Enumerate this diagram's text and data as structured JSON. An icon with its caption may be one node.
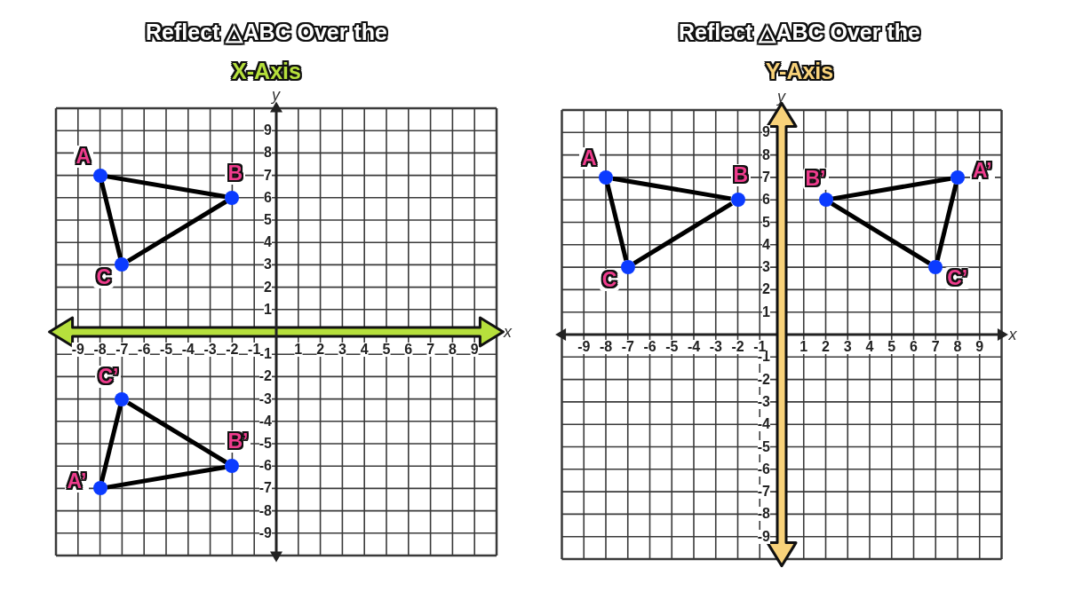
{
  "diagram": {
    "nodes": [
      {
        "text": [
          "Reflect △ABC Over the",
          "X-Axis"
        ]
      },
      {
        "text": [
          "A"
        ],
        "in": 0
      },
      {
        "text": [
          "B"
        ],
        "in": 0
      },
      {
        "text": [
          "C"
        ],
        "in": 0
      },
      {
        "text": [
          "C’"
        ],
        "in": 0
      },
      {
        "text": [
          "B’"
        ],
        "in": 0
      },
      {
        "text": [
          "A’"
        ],
        "in": 0
      },
      {
        "text": [
          "Reflect △ABC Over the",
          "Y-Axis"
        ]
      },
      {
        "text": [
          "A"
        ],
        "in": 7
      },
      {
        "text": [
          "B"
        ],
        "in": 7
      },
      {
        "text": [
          "C"
        ],
        "in": 7
      },
      {
        "text": [
          "B’"
        ],
        "in": 7
      },
      {
        "text": [
          "A’"
        ],
        "in": 7
      },
      {
        "text": [
          "C’"
        ],
        "in": 7
      }
    ],
    "edges": [
      {
        "from": 1,
        "to": 2,
        "arrow": "none"
      },
      {
        "from": 2,
        "to": 3,
        "arrow": "none"
      },
      {
        "from": 3,
        "to": 1,
        "arrow": "none"
      },
      {
        "from": 4,
        "to": 5,
        "arrow": "none"
      },
      {
        "from": 5,
        "to": 6,
        "arrow": "none"
      },
      {
        "from": 6,
        "to": 4,
        "arrow": "none"
      },
      {
        "from": 8,
        "to": 9,
        "arrow": "none"
      },
      {
        "from": 9,
        "to": 10,
        "arrow": "none"
      },
      {
        "from": 10,
        "to": 8,
        "arrow": "none"
      },
      {
        "from": 11,
        "to": 12,
        "arrow": "none"
      },
      {
        "from": 12,
        "to": 13,
        "arrow": "none"
      },
      {
        "from": 13,
        "to": 11,
        "arrow": "none"
      }
    ],
    "labels": [
      "y",
      "9",
      "8",
      "7",
      "6",
      "5",
      "4",
      "3",
      "2",
      "1",
      "-1",
      "-2",
      "-3",
      "-4",
      "-5",
      "-6",
      "-7",
      "-8",
      "-9",
      "-9",
      "-8",
      "-7",
      "-6",
      "-5",
      "-4",
      "-3",
      "-2",
      "-1",
      "1",
      "2",
      "3",
      "4",
      "5",
      "6",
      "7",
      "8",
      "9",
      "x",
      "y",
      "9",
      "8",
      "7",
      "6",
      "5",
      "4",
      "3",
      "2",
      "1",
      "-1",
      "-2",
      "-3",
      "-4",
      "-5",
      "-6",
      "-7",
      "-8",
      "-9",
      "-9",
      "-8",
      "-7",
      "-6",
      "-5",
      "-4",
      "-3",
      "-2",
      "-1",
      "1",
      "2",
      "3",
      "4",
      "5",
      "6",
      "7",
      "8",
      "9",
      "x"
    ]
  }
}
